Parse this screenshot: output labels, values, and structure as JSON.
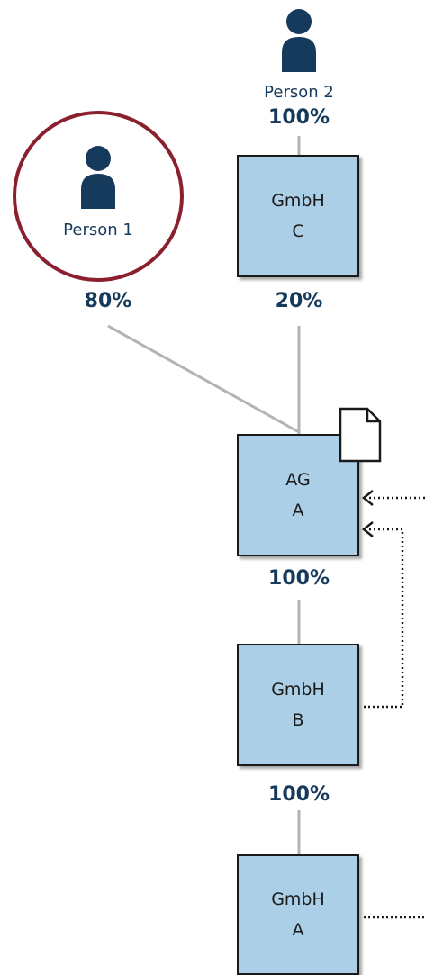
{
  "persons": [
    {
      "id": "person-1",
      "label": "Person 1"
    },
    {
      "id": "person-2",
      "label": "Person 2"
    }
  ],
  "entities": [
    {
      "id": "gmbh-c",
      "line1": "GmbH",
      "line2": "C"
    },
    {
      "id": "ag-a",
      "line1": "AG",
      "line2": "A"
    },
    {
      "id": "gmbh-b",
      "line1": "GmbH",
      "line2": "B"
    },
    {
      "id": "gmbh-a",
      "line1": "GmbH",
      "line2": "A"
    }
  ],
  "shares": {
    "person2_to_gmbh_c": "100%",
    "person1_to_ag_a": "80%",
    "gmbh_c_to_ag_a": "20%",
    "ag_a_to_gmbh_b": "100%",
    "gmbh_b_to_gmbh_a": "100%"
  },
  "colors": {
    "box_fill": "#abcfe6",
    "person_icon": "#163a5c",
    "circle_border": "#8a1f2d",
    "connector": "#b3b3b3",
    "percent_text": "#163a5c"
  },
  "icons": {
    "person": "person-icon",
    "document": "document-icon"
  }
}
